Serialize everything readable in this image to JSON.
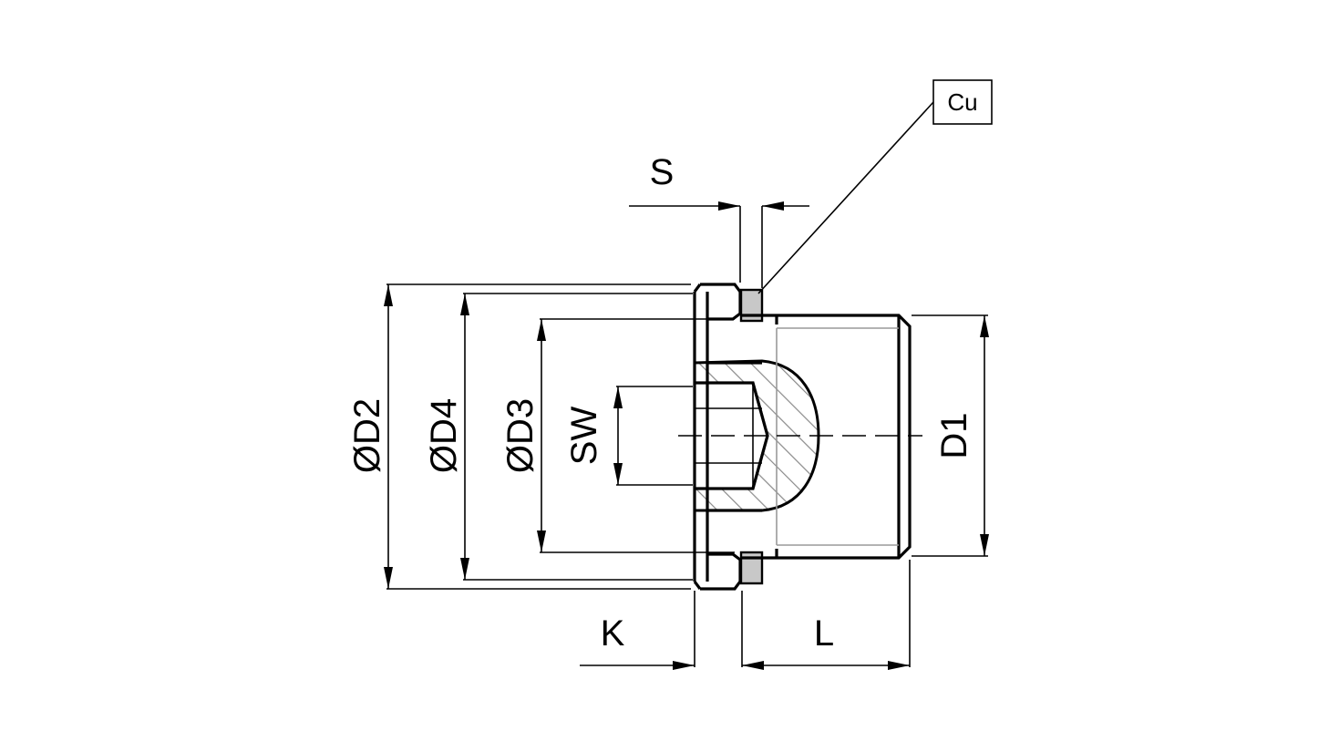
{
  "labels": {
    "s": "S",
    "cu": "Cu",
    "d2": "ØD2",
    "d4": "ØD4",
    "d3": "ØD3",
    "sw": "SW",
    "d1": "D1",
    "k": "K",
    "l": "L"
  },
  "colors": {
    "line": "#000000",
    "hatch": "#8a8a8a",
    "gasket": "#c8c8c8",
    "thread": "#9a9a9a",
    "background": "#ffffff"
  }
}
